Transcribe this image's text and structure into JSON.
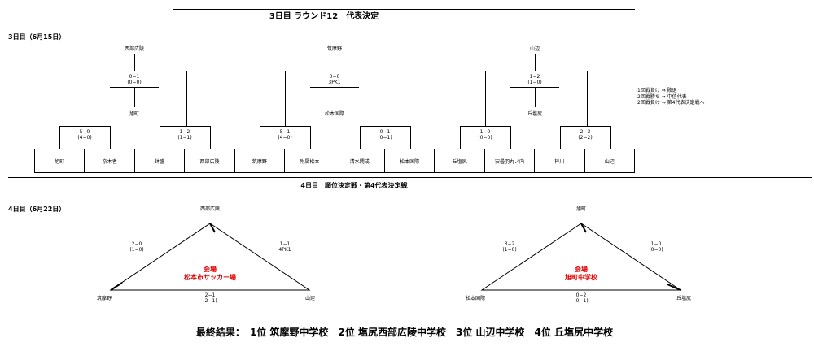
{
  "header": {
    "title": "3日目 ラウンド12　代表決定"
  },
  "day3": {
    "date_label": "3日目（6月15日）",
    "groups": [
      {
        "winner": "西部広陵",
        "final": {
          "score": "0−1",
          "sub": "(0−0)"
        },
        "loser_winner": "旭町",
        "left": {
          "score": "5−0",
          "sub": "(4−0)"
        },
        "right": {
          "score": "1−2",
          "sub": "(1−1)"
        },
        "teams": [
          "旭町",
          "奈木者",
          "鉢盛",
          "西部広陵"
        ]
      },
      {
        "winner": "筑摩野",
        "final": {
          "score": "0−0",
          "sub": "3PK1"
        },
        "loser_winner": "松本国際",
        "left": {
          "score": "5−1",
          "sub": "(4−0)"
        },
        "right": {
          "score": "0−1",
          "sub": "(0−1)"
        },
        "teams": [
          "筑摩野",
          "附属松本",
          "清水開成",
          "松本国際"
        ]
      },
      {
        "winner": "山辺",
        "final": {
          "score": "1−2",
          "sub": "(1−0)"
        },
        "loser_winner": "丘塩尻",
        "left": {
          "score": "1−0",
          "sub": "(0−0)"
        },
        "right": {
          "score": "2−3",
          "sub": "(2−2)"
        },
        "teams": [
          "丘塩尻",
          "安曇羽丸ノ内",
          "梓川",
          "山辺"
        ]
      }
    ],
    "legend": [
      "1回戦負け ⇒ 敗退",
      "2回戦勝ち ⇒ 中信代表",
      "2回戦負け ⇒ 第4代表決定戦へ"
    ]
  },
  "day4": {
    "title": "4日目　順位決定戦・第4代表決定戦",
    "date_label": "4日目（6月22日）",
    "triangles": [
      {
        "top": "西部広陵",
        "bottom_left": "筑摩野",
        "bottom_right": "山辺",
        "left_score": "2−0",
        "left_sub": "(1−0)",
        "right_score": "1−1",
        "right_sub": "4PK1",
        "bottom_score": "2−1",
        "bottom_sub": "(2−1)",
        "venue_label": "会場",
        "venue": "松本市サッカー場"
      },
      {
        "top": "旭町",
        "bottom_left": "松本国際",
        "bottom_right": "丘塩尻",
        "left_score": "3−2",
        "left_sub": "(1−0)",
        "right_score": "1−0",
        "right_sub": "(0−0)",
        "bottom_score": "0−2",
        "bottom_sub": "(0−1)",
        "venue_label": "会場",
        "venue": "旭町中学校"
      }
    ]
  },
  "final_results": {
    "label": "最終結果：",
    "places": [
      "1位 筑摩野中学校",
      "2位 塩尻西部広陵中学校",
      "3位 山辺中学校",
      "4位 丘塩尻中学校"
    ]
  }
}
